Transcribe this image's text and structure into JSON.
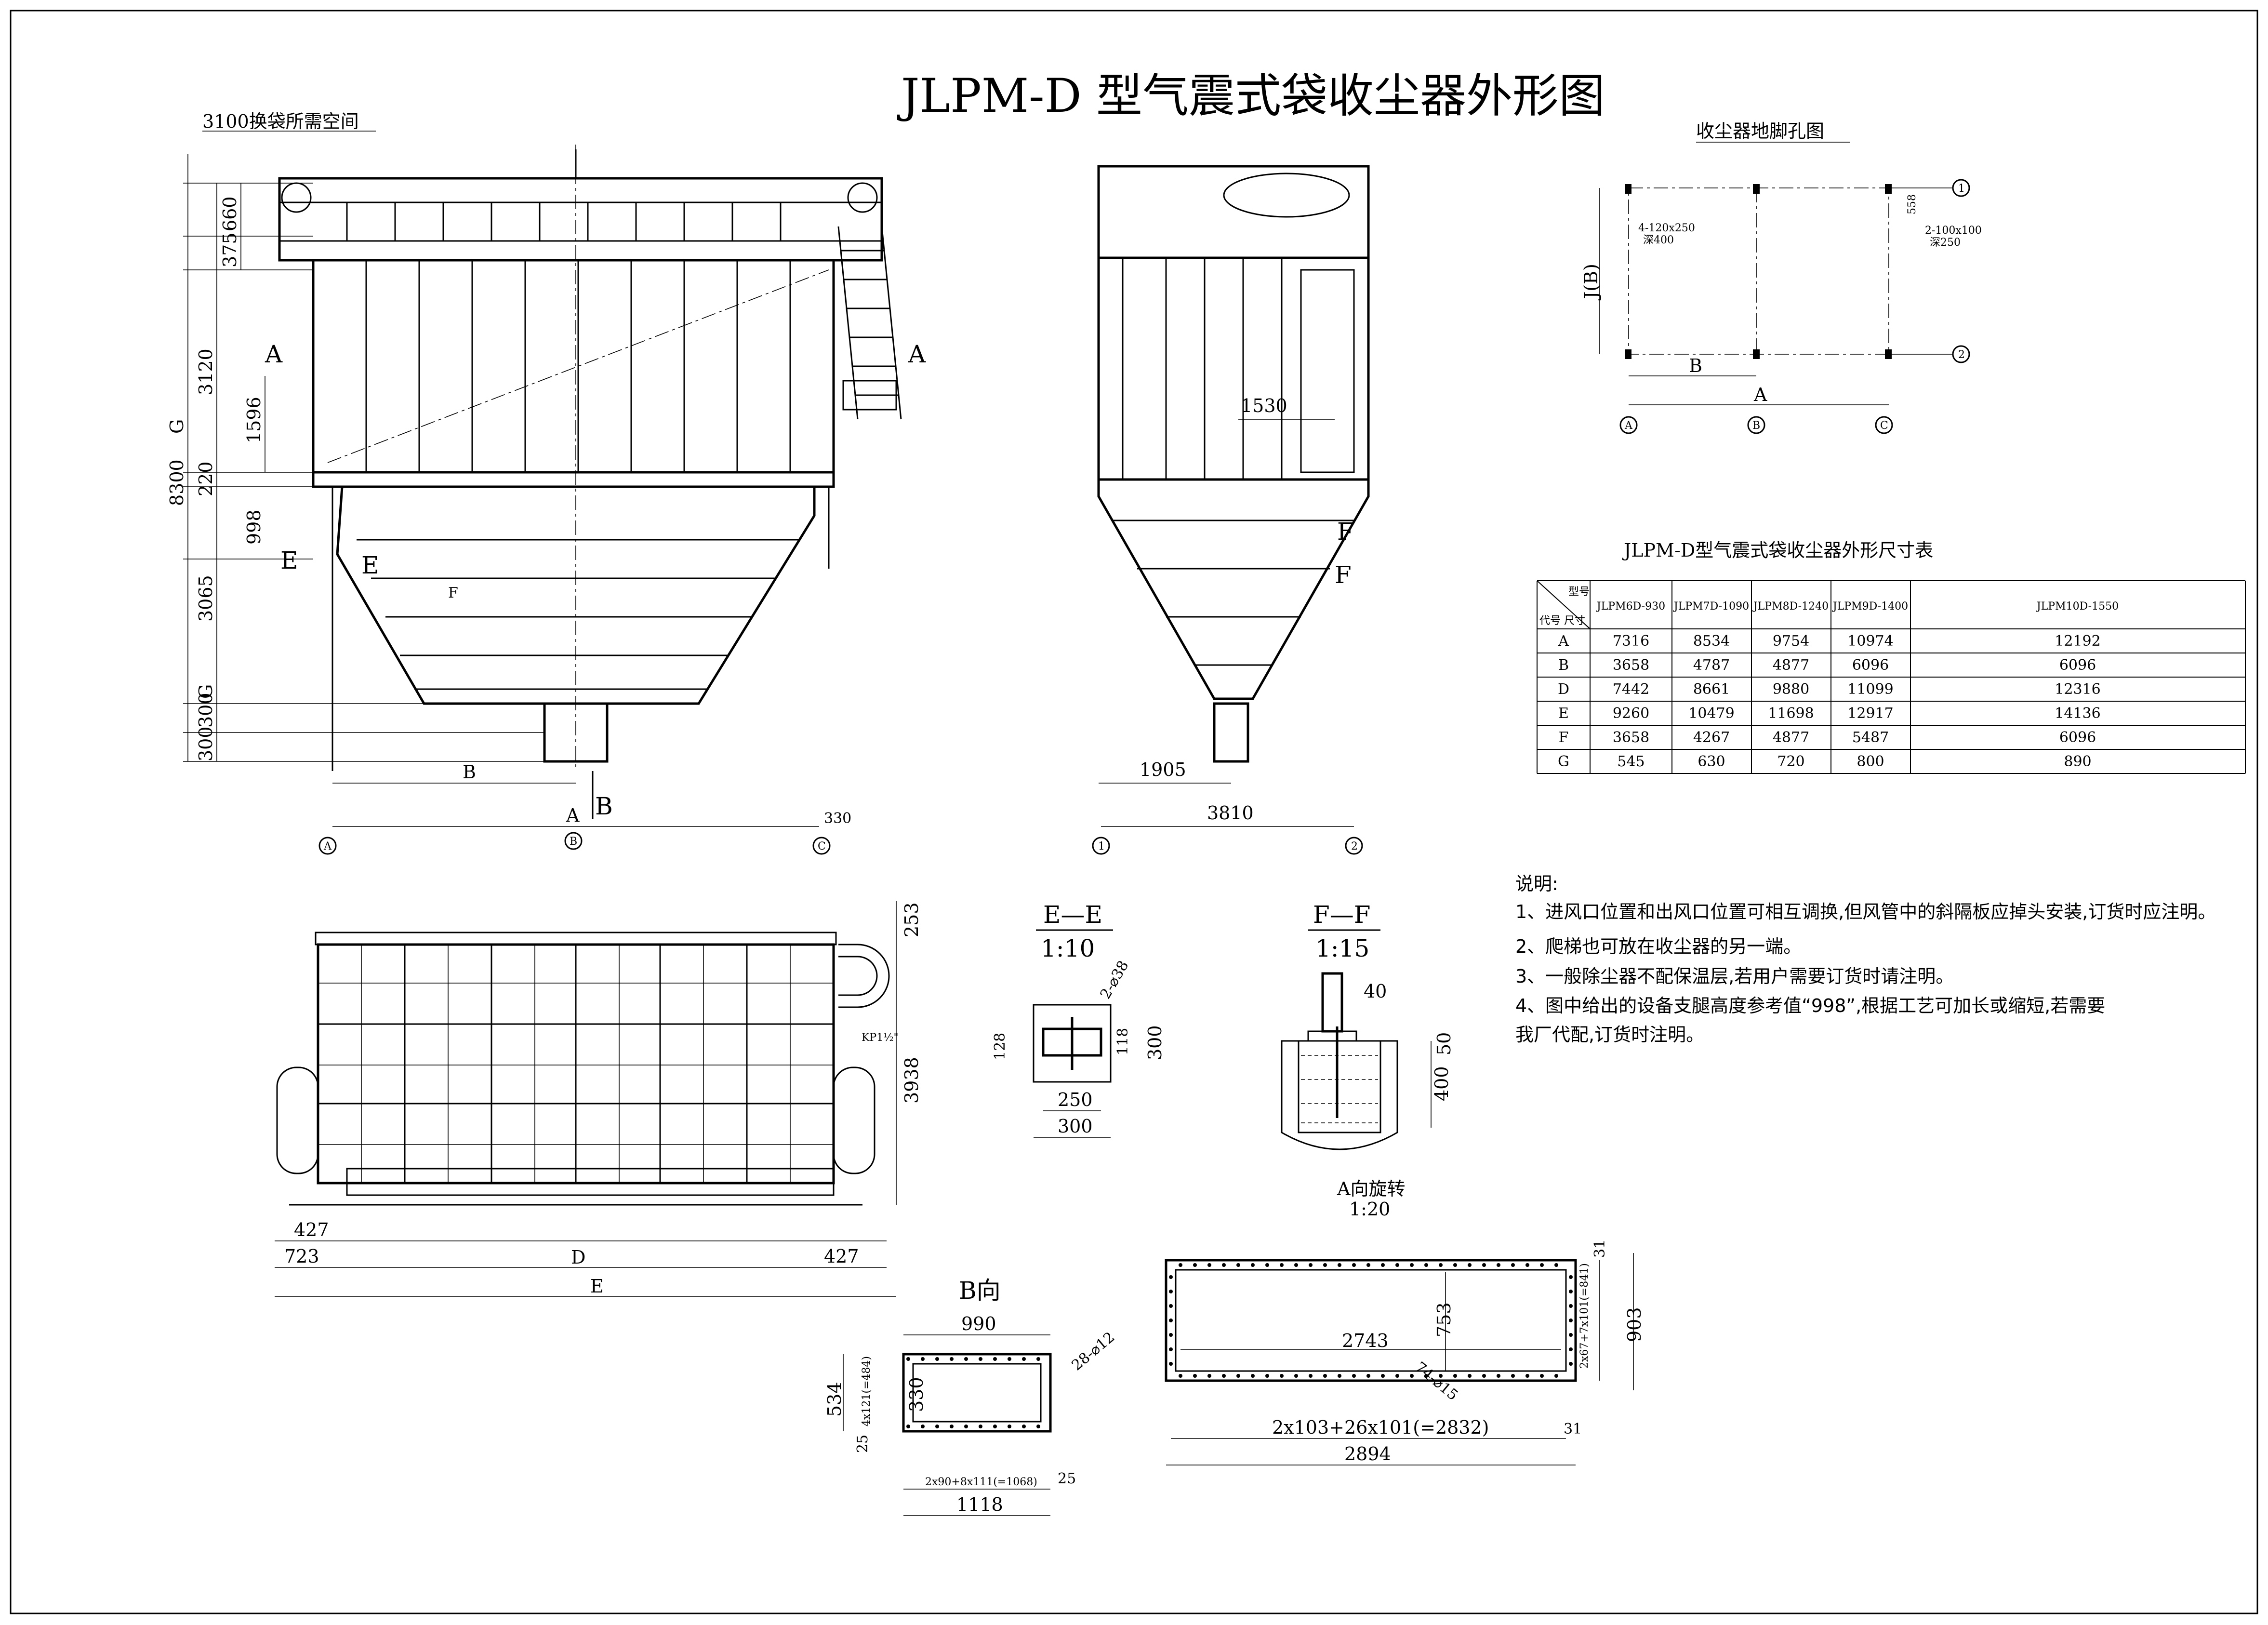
{
  "title": "JLPM-D  型气震式袋收尘器外形图",
  "front_view": {
    "top_label": "3100换袋所需空间",
    "dims_left": [
      "660",
      "375",
      "3120",
      "1596",
      "8300",
      "G",
      "220",
      "998",
      "3065",
      "300",
      "G",
      "300"
    ],
    "section_marks": [
      "A",
      "A",
      "E",
      "E"
    ],
    "dim_B": "B",
    "dim_A": "A",
    "dim_F": "F",
    "b_arrow": "B",
    "right_dim": "330",
    "axes": [
      "A",
      "B",
      "C"
    ]
  },
  "side_view": {
    "dims": [
      "1530",
      "1905",
      "3810"
    ],
    "section_marks": [
      "F",
      "F"
    ],
    "axes": [
      "1",
      "2"
    ]
  },
  "plan_view": {
    "dims": [
      "253",
      "3938",
      "427",
      "723",
      "D",
      "427",
      "E"
    ],
    "label": "KP1½\""
  },
  "foundation": {
    "title": "收尘器地脚孔图",
    "dims": [
      "558",
      "J(B)",
      "B",
      "A"
    ],
    "notes": [
      "4-120x250",
      "深400",
      "2-100x100",
      "深250"
    ],
    "axes_right": [
      "1",
      "2"
    ],
    "axes_bottom": [
      "A",
      "B",
      "C"
    ]
  },
  "table": {
    "title": "JLPM-D型气震式袋收尘器外形尺寸表",
    "corner_top": "型号",
    "corner_bottom": "代号 尺寸",
    "columns": [
      "JLPM6D-930",
      "JLPM7D-1090",
      "JLPM8D-1240",
      "JLPM9D-1400",
      "JLPM10D-1550"
    ],
    "rows": [
      {
        "code": "A",
        "values": [
          "7316",
          "8534",
          "9754",
          "10974",
          "12192"
        ]
      },
      {
        "code": "B",
        "values": [
          "3658",
          "4787",
          "4877",
          "6096",
          "6096"
        ]
      },
      {
        "code": "D",
        "values": [
          "7442",
          "8661",
          "9880",
          "11099",
          "12316"
        ]
      },
      {
        "code": "E",
        "values": [
          "9260",
          "10479",
          "11698",
          "12917",
          "14136"
        ]
      },
      {
        "code": "F",
        "values": [
          "3658",
          "4267",
          "4877",
          "5487",
          "6096"
        ]
      },
      {
        "code": "G",
        "values": [
          "545",
          "630",
          "720",
          "800",
          "890"
        ]
      }
    ]
  },
  "notes": {
    "heading": "说明:",
    "items": [
      "1、进风口位置和出风口位置可相互调换,但风管中的斜隔板应掉头安装,订货时应注明。",
      "2、爬梯也可放在收尘器的另一端。",
      "3、一般除尘器不配保温层,若用户需要订货时请注明。",
      "4、图中给出的设备支腿高度参考值“998”,根据工艺可加长或缩短,若需要",
      "我厂代配,订货时注明。"
    ]
  },
  "section_ee": {
    "title": "E—E",
    "scale": "1:10",
    "dims": [
      "2-⌀38",
      "128",
      "118",
      "300",
      "250",
      "300"
    ]
  },
  "section_ff": {
    "title": "F—F",
    "scale": "1:15",
    "dims": [
      "40",
      "50",
      "400"
    ]
  },
  "view_b": {
    "title": "B向",
    "dims": [
      "990",
      "28-⌀12",
      "534",
      "25",
      "4x121(=484)",
      "330",
      "2x90+8x111(=1068)",
      "25",
      "1118"
    ]
  },
  "view_a": {
    "title": "A向旋转",
    "scale": "1:20",
    "dims": [
      "31",
      "753",
      "903",
      "2743",
      "2x67+7x101(=841)",
      "74-⌀15",
      "2x103+26x101(=2832)",
      "31",
      "2894"
    ]
  }
}
